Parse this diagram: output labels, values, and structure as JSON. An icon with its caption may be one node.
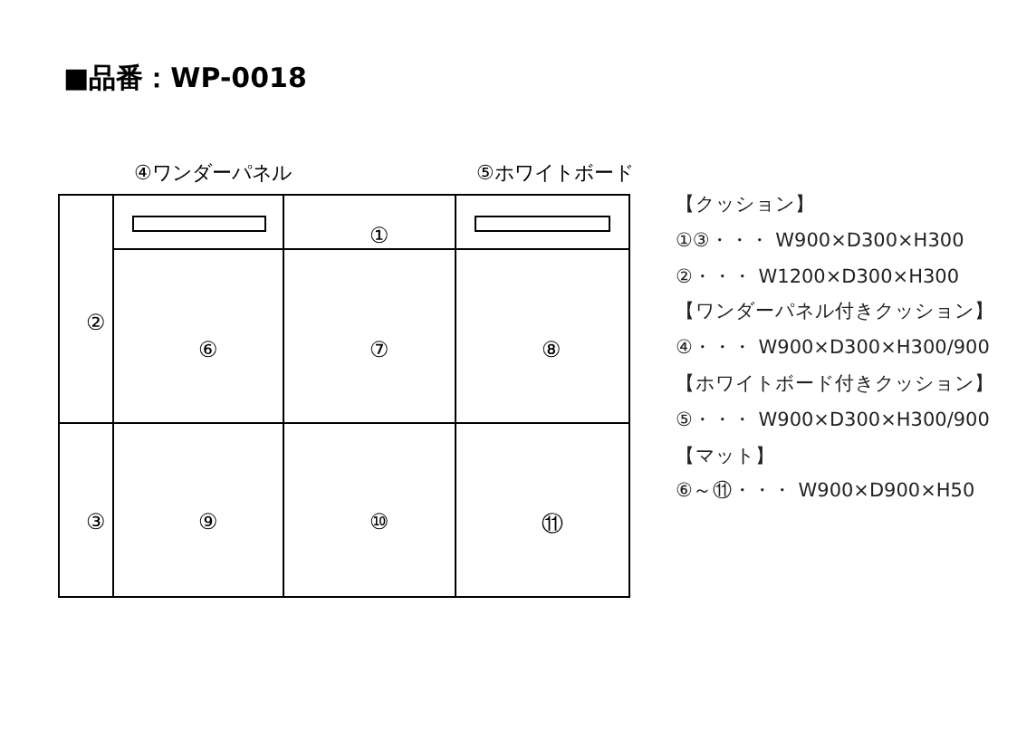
{
  "diagram": {
    "title": "■品番：WP-0018",
    "nodes": [
      {
        "text": [
          "②"
        ]
      },
      {
        "text": [
          "④ワンダーパネル"
        ]
      },
      {
        "text": [
          "①"
        ]
      },
      {
        "text": [
          "⑤ホワイトボード"
        ]
      },
      {
        "text": [
          "⑥"
        ]
      },
      {
        "text": [
          "⑦"
        ]
      },
      {
        "text": [
          "⑧"
        ]
      },
      {
        "text": [
          "③"
        ]
      },
      {
        "text": [
          "⑨"
        ]
      },
      {
        "text": [
          "⑩"
        ]
      },
      {
        "text": [
          "⑪"
        ]
      }
    ],
    "labels": [
      "【クッション】",
      "①③・・・ W900×D300×H300",
      "②・・・ W1200×D300×H300",
      "【ワンダーパネル付きクッション】",
      "④・・・ W900×D300×H300/900",
      "【ホワイトボード付きクッション】",
      "⑤・・・ W900×D300×H300/900",
      "【マット】",
      "⑥～⑪・・・ W900×D900×H50"
    ]
  }
}
